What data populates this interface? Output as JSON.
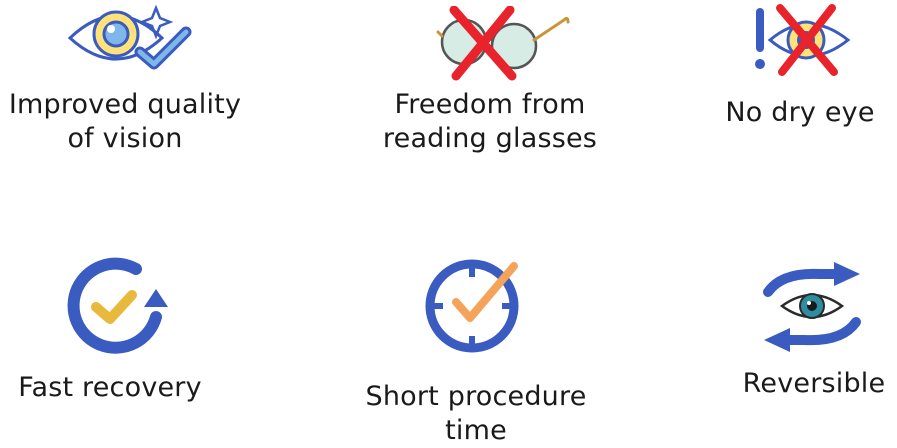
{
  "benefits": [
    {
      "icon": "eye-check-icon",
      "label_line1": "Improved quality",
      "label_line2": "of vision"
    },
    {
      "icon": "crossed-glasses-icon",
      "label_line1": "Freedom from",
      "label_line2": "reading glasses"
    },
    {
      "icon": "crossed-dry-eye-icon",
      "label_line1": "No dry eye"
    },
    {
      "icon": "recovery-check-icon",
      "label_line1": "Fast recovery"
    },
    {
      "icon": "clock-check-icon",
      "label_line1": "Short procedure",
      "label_line2": "time"
    },
    {
      "icon": "reversible-eye-icon",
      "label_line1": "Reversible"
    }
  ],
  "colors": {
    "primary_blue": "#3a5bbf",
    "light_blue": "#7fb8e8",
    "yellow": "#ffe27a",
    "orange": "#f5a35a",
    "gold": "#e8b93c",
    "red_cross": "#e8232b",
    "text": "#1a1a1a"
  }
}
